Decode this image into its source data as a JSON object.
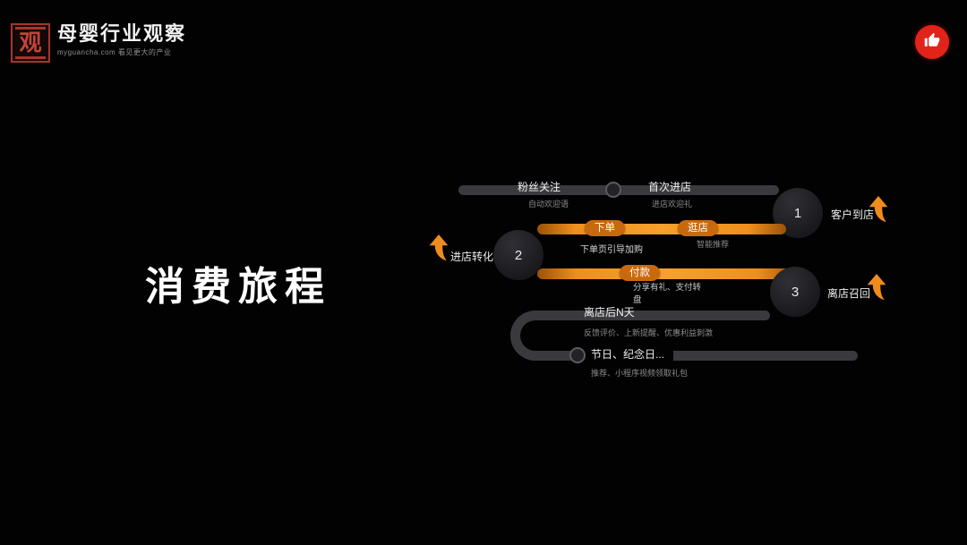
{
  "slide": {
    "background": "#020202"
  },
  "header": {
    "logo": {
      "icon_char": "观",
      "brand": "母婴行业观察",
      "tagline": "myguancha.com 看见更大的产业"
    },
    "like_button": {
      "icon": "thumbs-up",
      "color": "#e2231a"
    }
  },
  "title": "消费旅程",
  "diagram": {
    "colors": {
      "accent": "#ef8c1e",
      "track": "#3a3a3e",
      "node": "#1c1c20"
    },
    "top_track": {
      "step1": {
        "label": "粉丝关注",
        "sub": "自动欢迎语"
      },
      "step2": {
        "label": "首次进店",
        "sub": "进店欢迎礼"
      }
    },
    "nodes": [
      {
        "number": "1",
        "label": "客户到店"
      },
      {
        "number": "2",
        "label": "进店转化"
      },
      {
        "number": "3",
        "label": "离店召回"
      }
    ],
    "order_track": {
      "chip1": {
        "label": "下单",
        "sub": "下单页引导加购"
      },
      "chip2": {
        "label": "逛店",
        "sub": "智能推荐"
      }
    },
    "pay_track": {
      "chip": {
        "label": "付款",
        "sub": "分享有礼、支付转盘"
      }
    },
    "bottom_track": {
      "step1": {
        "label": "离店后N天",
        "sub": "反馈评价、上新提醒、优惠利益刺激"
      },
      "step2": {
        "label": "节日、纪念日...",
        "sub": "推荐、小程序视频领取礼包"
      }
    }
  }
}
